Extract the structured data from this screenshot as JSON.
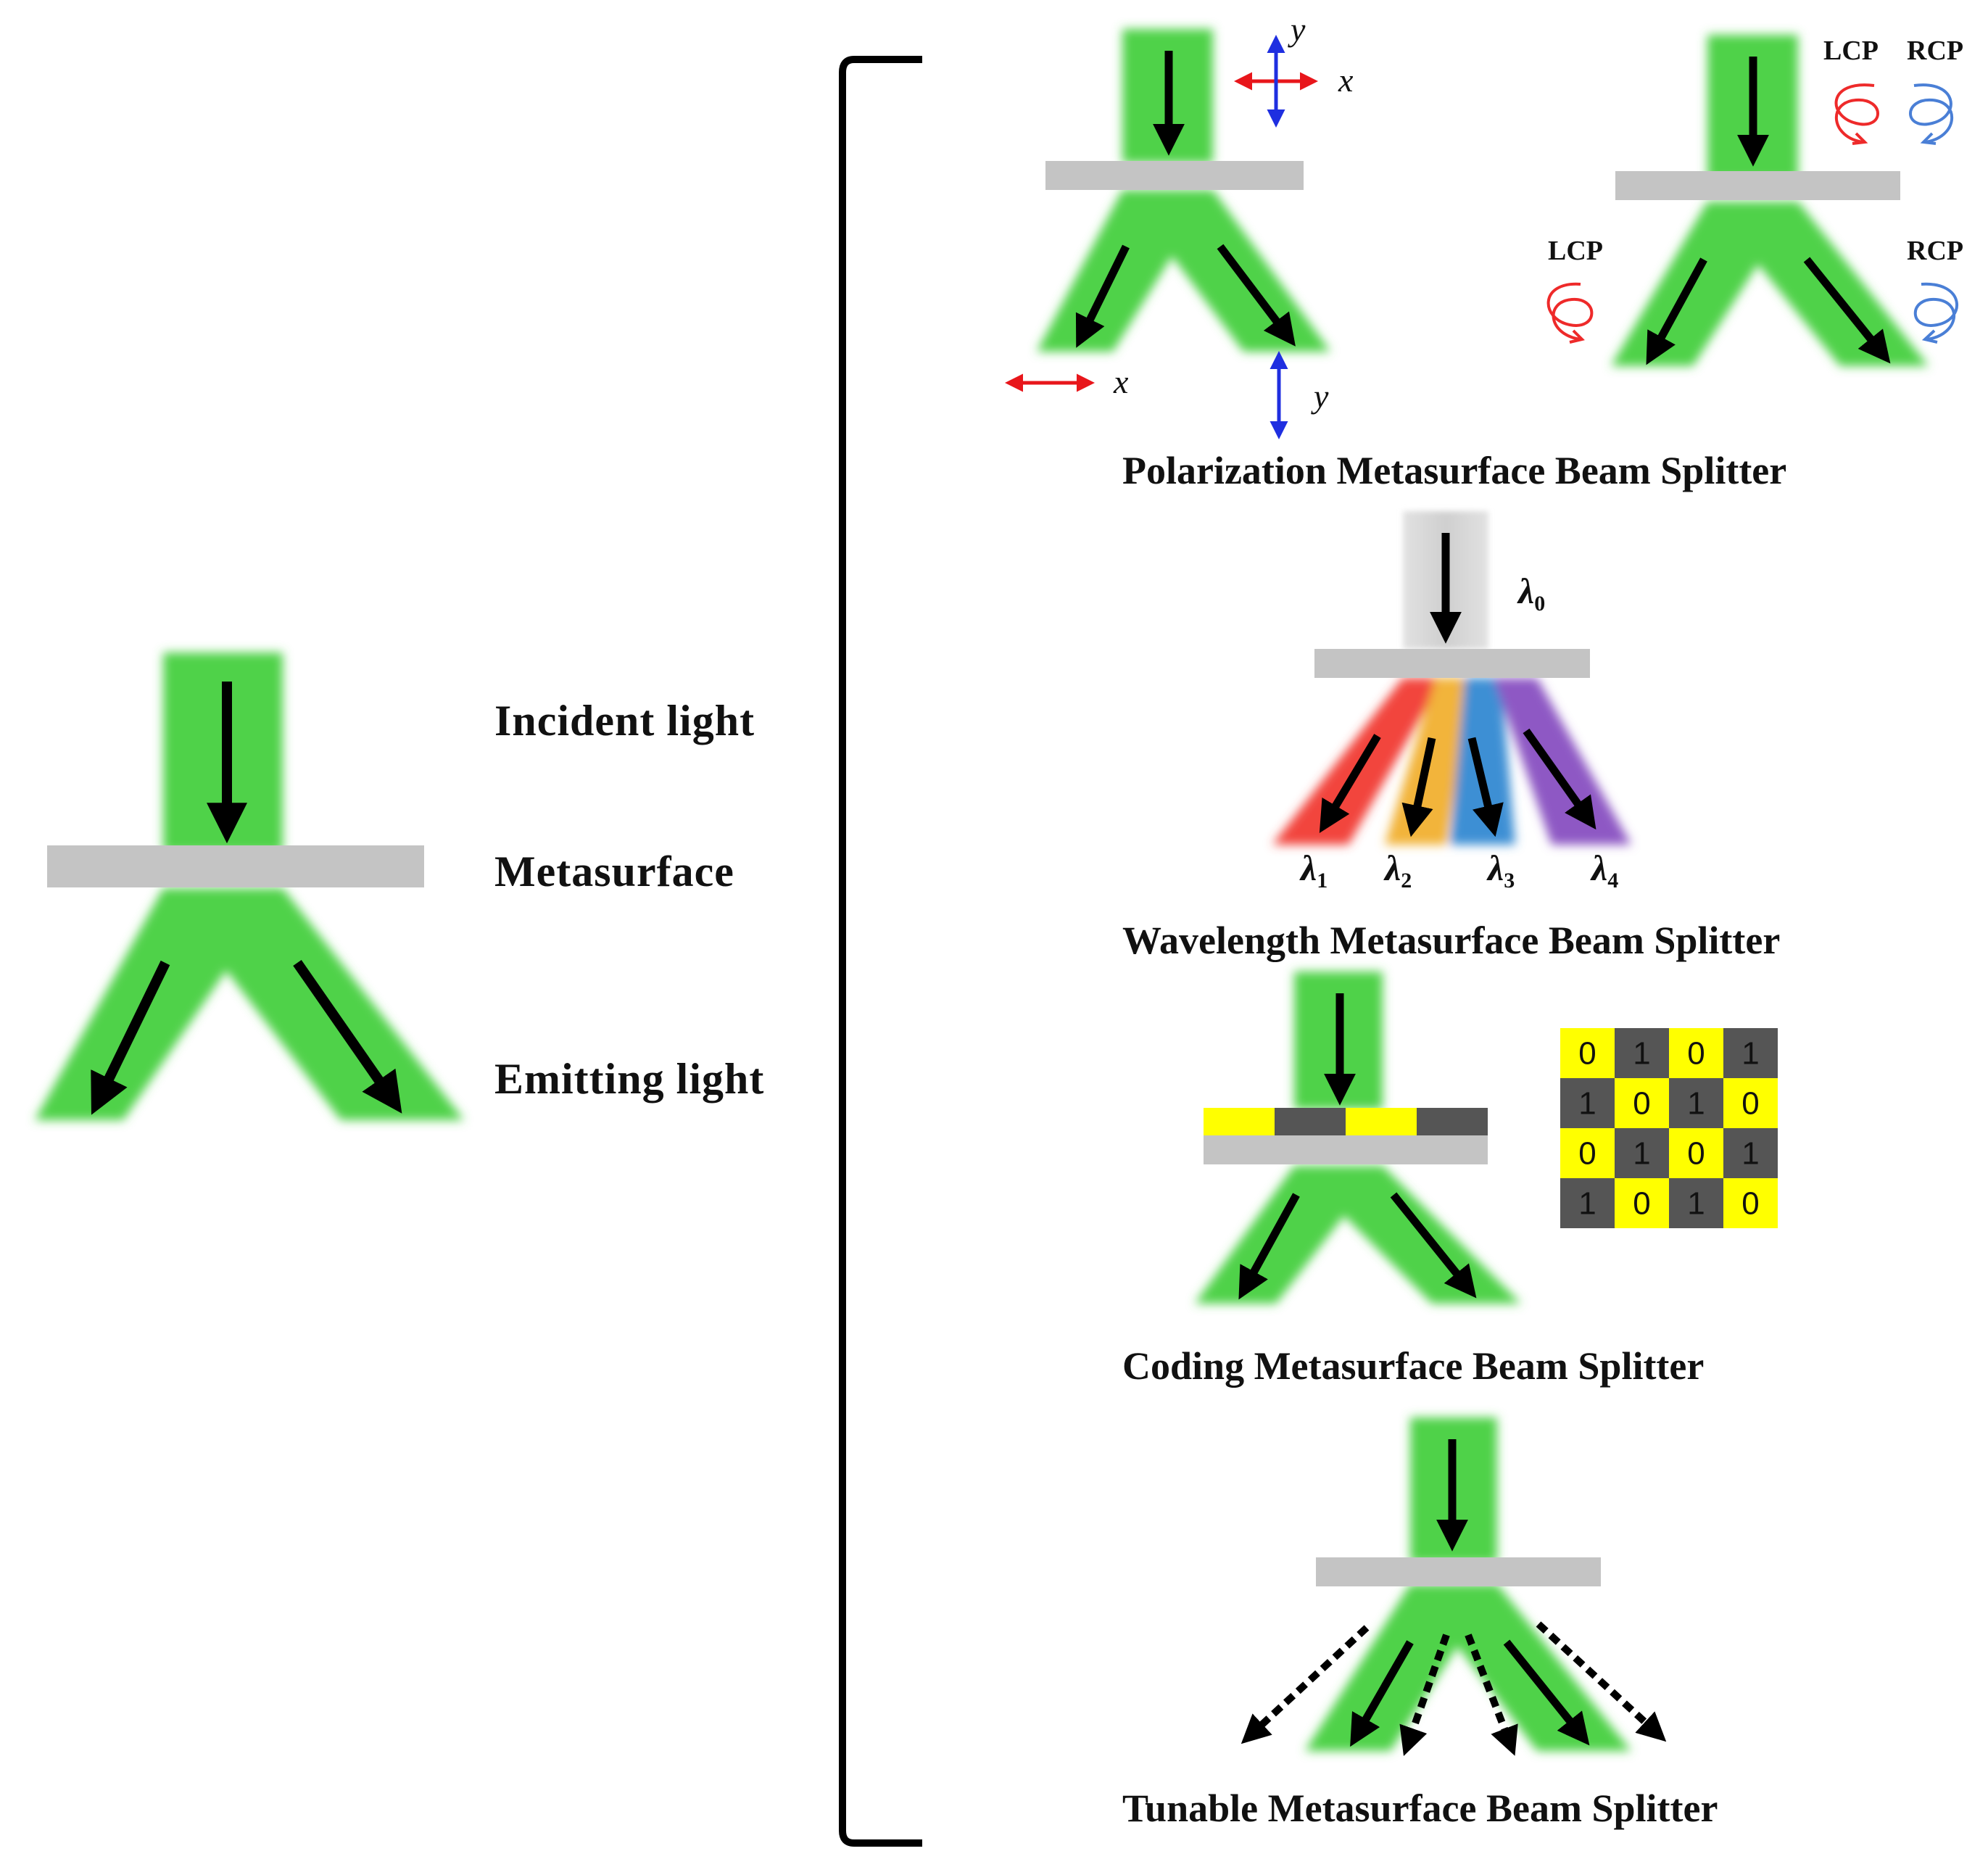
{
  "colors": {
    "beam": "#4fd24a",
    "plate": "#c4c4c4",
    "arrow": "#000000",
    "polar_x": "#e8161b",
    "polar_y": "#1f2fe0",
    "lcp": "#ee2a2a",
    "rcp": "#4a7fd6",
    "code_yellow": "#ffff00",
    "code_gray": "#555555",
    "lambda_1": "#f2453d",
    "lambda_2": "#f2b43a",
    "lambda_3": "#3e8fd4",
    "lambda_4": "#8e58c4"
  },
  "left": {
    "incident_label": "Incident light",
    "metasurface_label": "Metasurface",
    "emitting_label": "Emitting light"
  },
  "polarization": {
    "caption": "Polarization Metasurface Beam Splitter",
    "axis_x": "x",
    "axis_y": "y",
    "lcp": "LCP",
    "rcp": "RCP"
  },
  "wavelength": {
    "caption": "Wavelength Metasurface Beam Splitter",
    "lambda_symbol": "λ",
    "lambda_0": "0",
    "lambda_1": "1",
    "lambda_2": "2",
    "lambda_3": "3",
    "lambda_4": "4"
  },
  "coding": {
    "caption": "Coding Metasurface Beam Splitter",
    "matrix": [
      [
        "0",
        "1",
        "0",
        "1"
      ],
      [
        "1",
        "0",
        "1",
        "0"
      ],
      [
        "0",
        "1",
        "0",
        "1"
      ],
      [
        "1",
        "0",
        "1",
        "0"
      ]
    ]
  },
  "tunable": {
    "caption": "Tunable Metasurface Beam Splitter"
  }
}
